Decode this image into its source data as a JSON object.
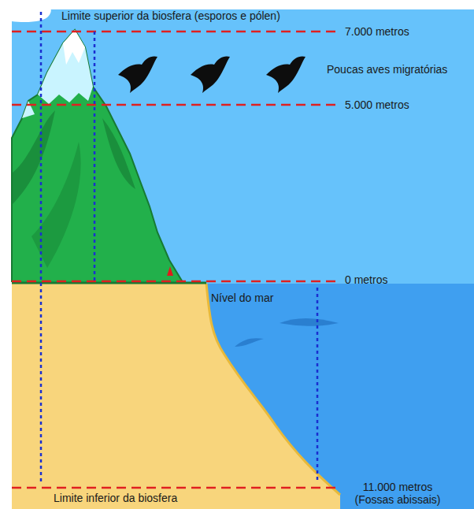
{
  "diagram": {
    "labels": [
      "Limite superior da biosfera (esporos e pólen)",
      "7.000 metros",
      "Poucas aves migratórias",
      "5.000 metros",
      "0 metros",
      "Nível do mar",
      "11.000 metros (Fossas abissais)",
      "Limite inferior da biosfera"
    ]
  }
}
